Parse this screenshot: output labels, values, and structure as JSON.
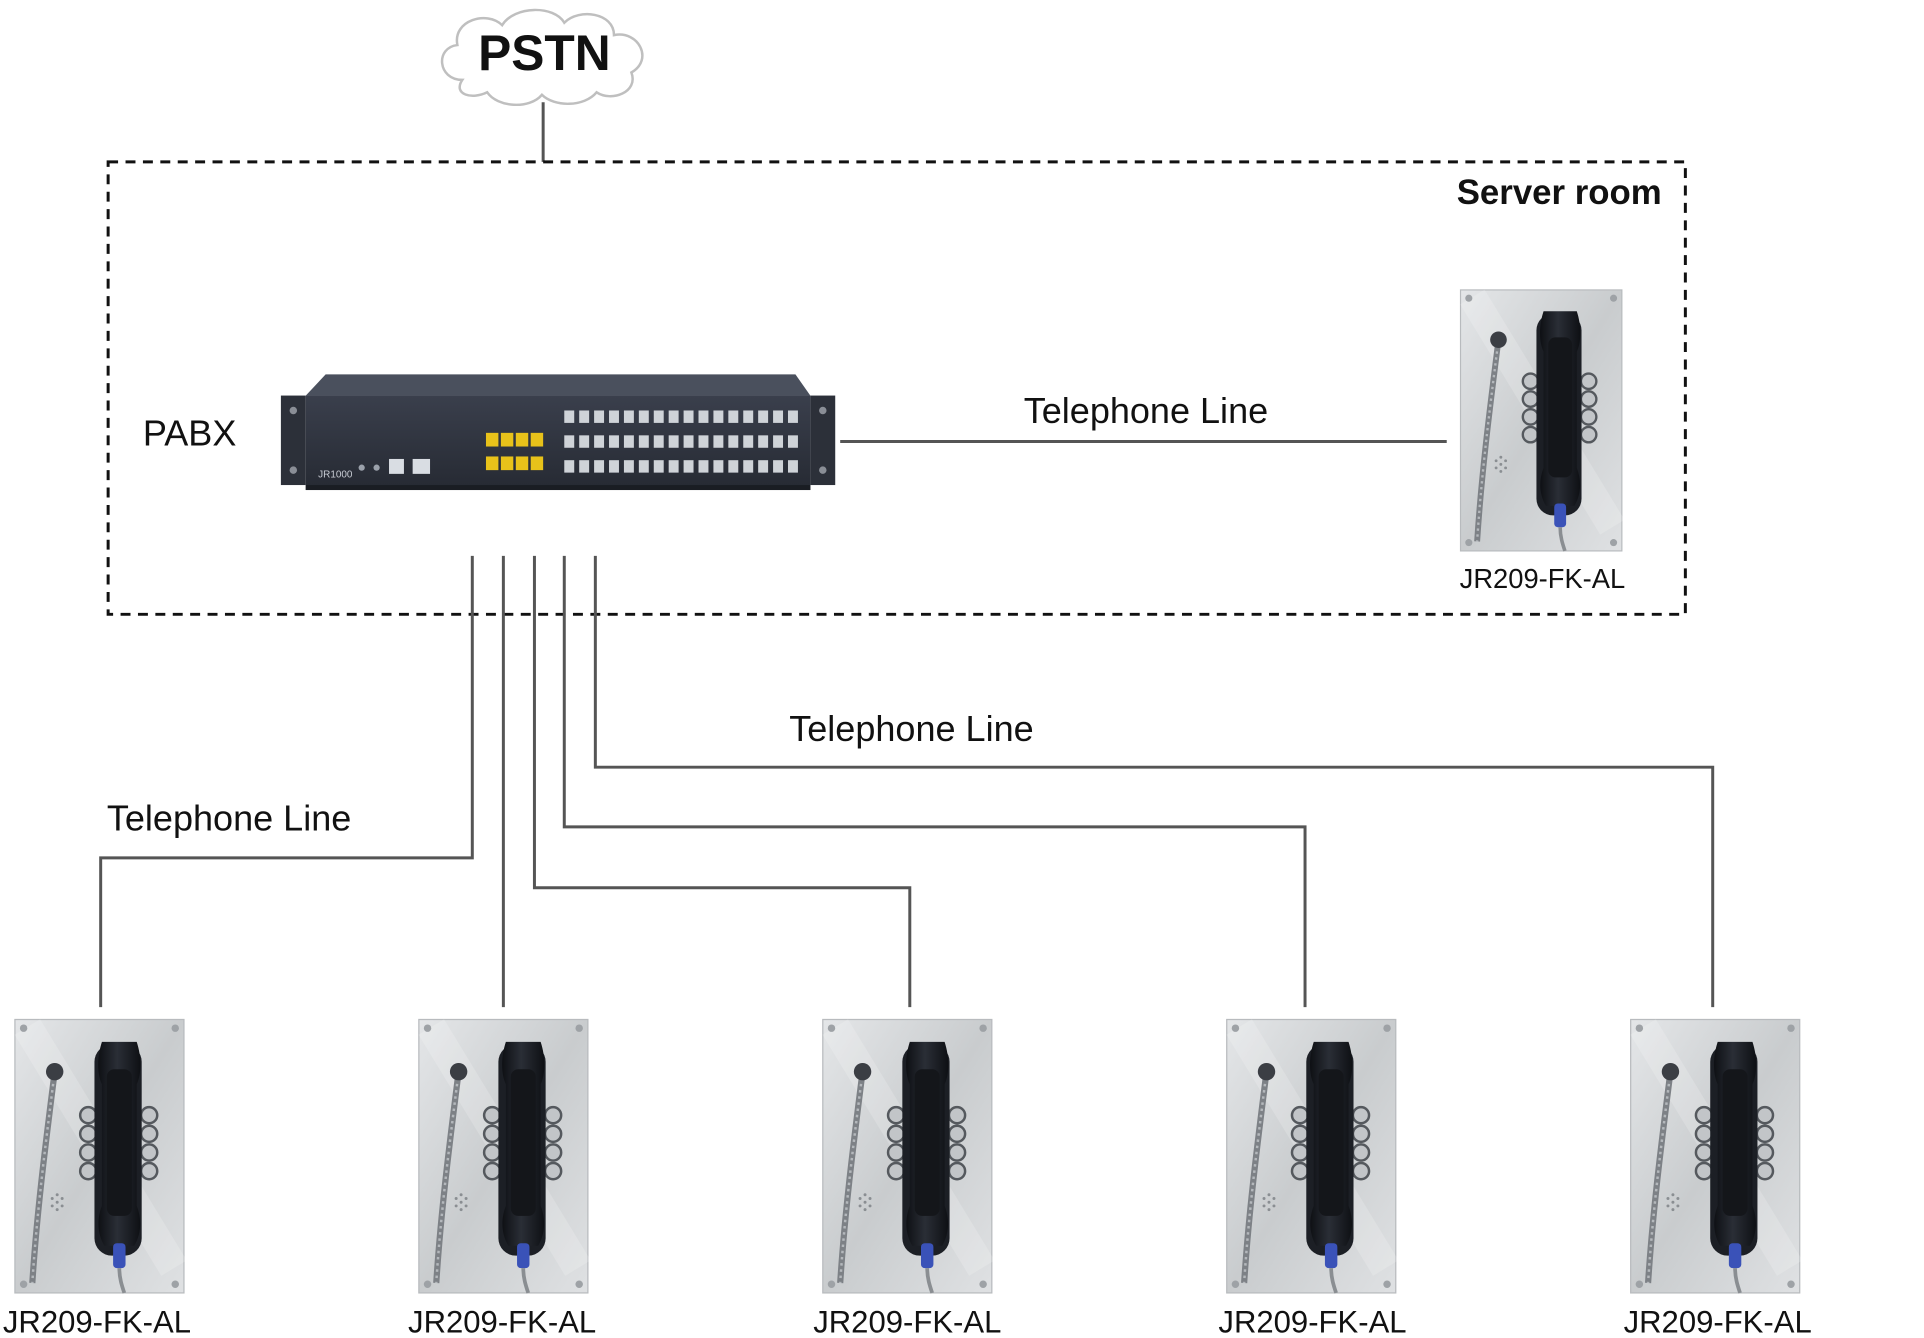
{
  "cloud": {
    "label": "PSTN"
  },
  "server_room": {
    "label": "Server room"
  },
  "pabx": {
    "label": "PABX",
    "model_text": "JR1000"
  },
  "server_phone": {
    "model": "JR209-FK-AL"
  },
  "links": {
    "server_line": "Telephone Line",
    "branch_line_left": "Telephone Line",
    "branch_line_right": "Telephone Line"
  },
  "phones": [
    {
      "model": "JR209-FK-AL"
    },
    {
      "model": "JR209-FK-AL"
    },
    {
      "model": "JR209-FK-AL"
    },
    {
      "model": "JR209-FK-AL"
    },
    {
      "model": "JR209-FK-AL"
    }
  ],
  "colors": {
    "wire": "#555555",
    "chassis": "#2f3440",
    "port_yellow": "#e8c21a",
    "steel": "#d6d8da",
    "handset": "#16181d",
    "cord_blue": "#3a52b8"
  }
}
